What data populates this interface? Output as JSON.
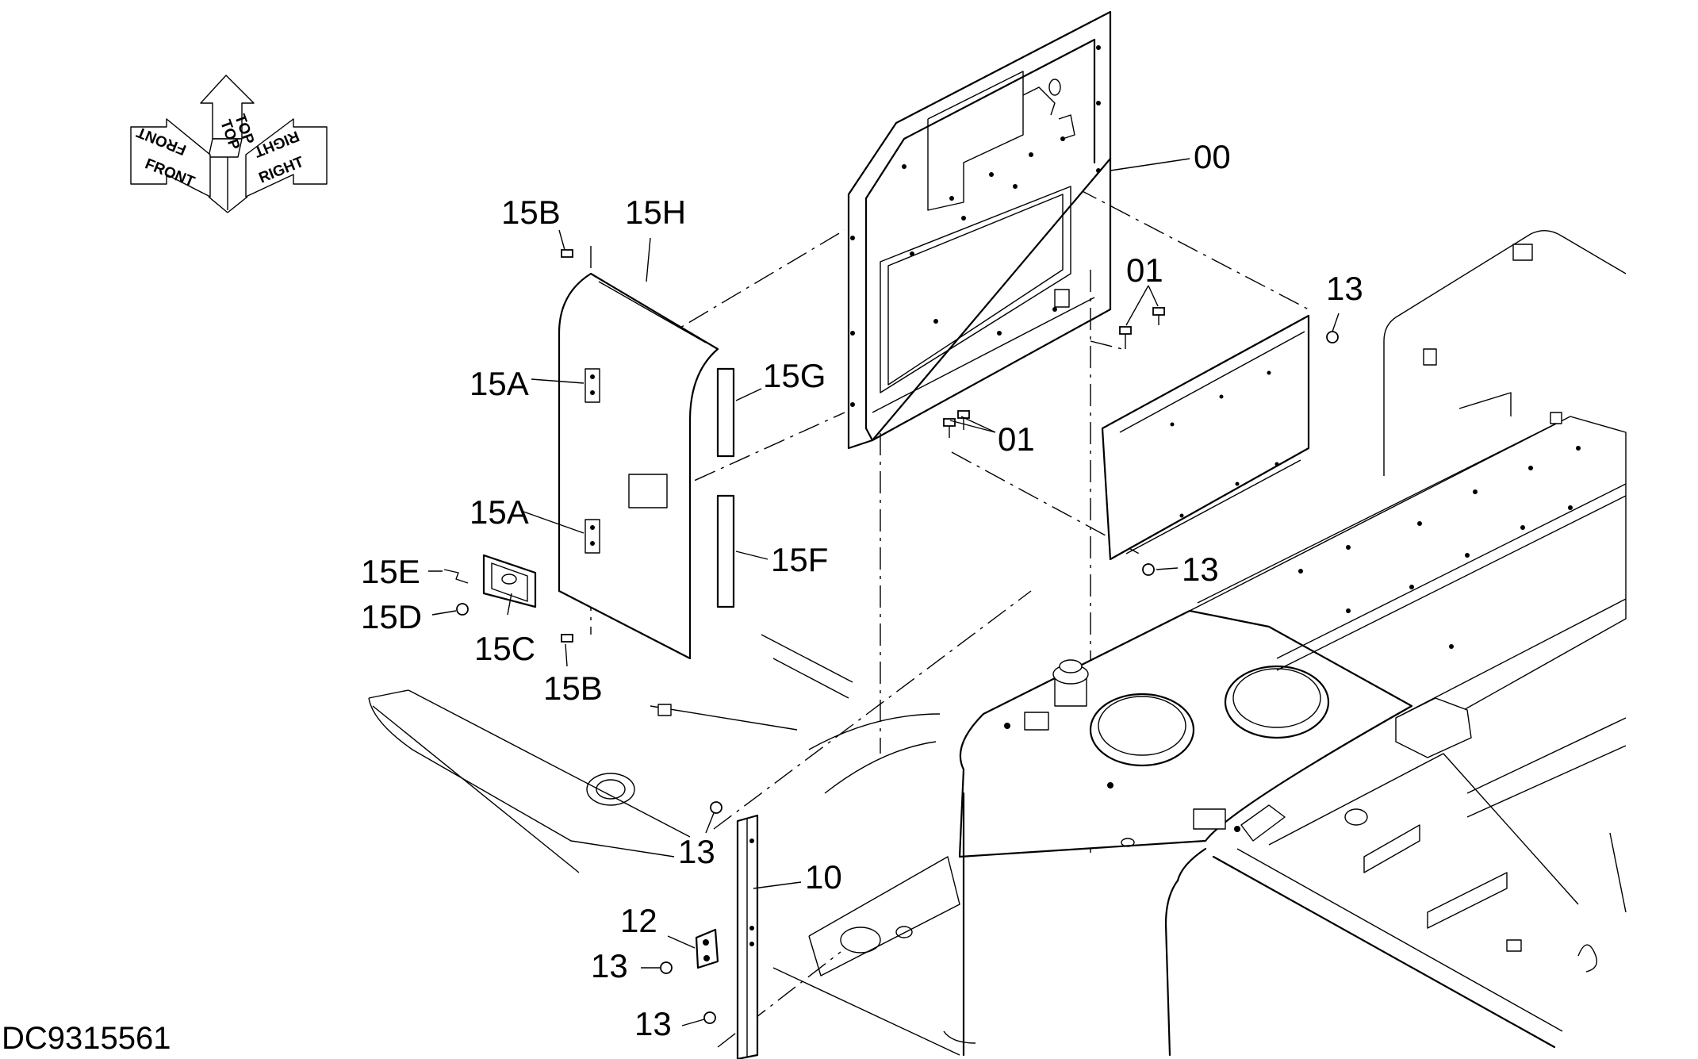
{
  "drawing_code": "DC9315561",
  "orientation": {
    "front": "FRONT",
    "top": "TOP",
    "right": "RIGHT"
  },
  "labels": {
    "p00": "00",
    "p01_upper": "01",
    "p01_lower": "01",
    "p13_top_right": "13",
    "p13_panel": "13",
    "p13_pillar_top": "13",
    "p13_bracket": "13",
    "p13_bottom": "13",
    "p10": "10",
    "p12": "12",
    "p15a_upper": "15A",
    "p15a_lower": "15A",
    "p15b_top": "15B",
    "p15b_bottom": "15B",
    "p15c": "15C",
    "p15d": "15D",
    "p15e": "15E",
    "p15f": "15F",
    "p15g": "15G",
    "p15h": "15H"
  }
}
